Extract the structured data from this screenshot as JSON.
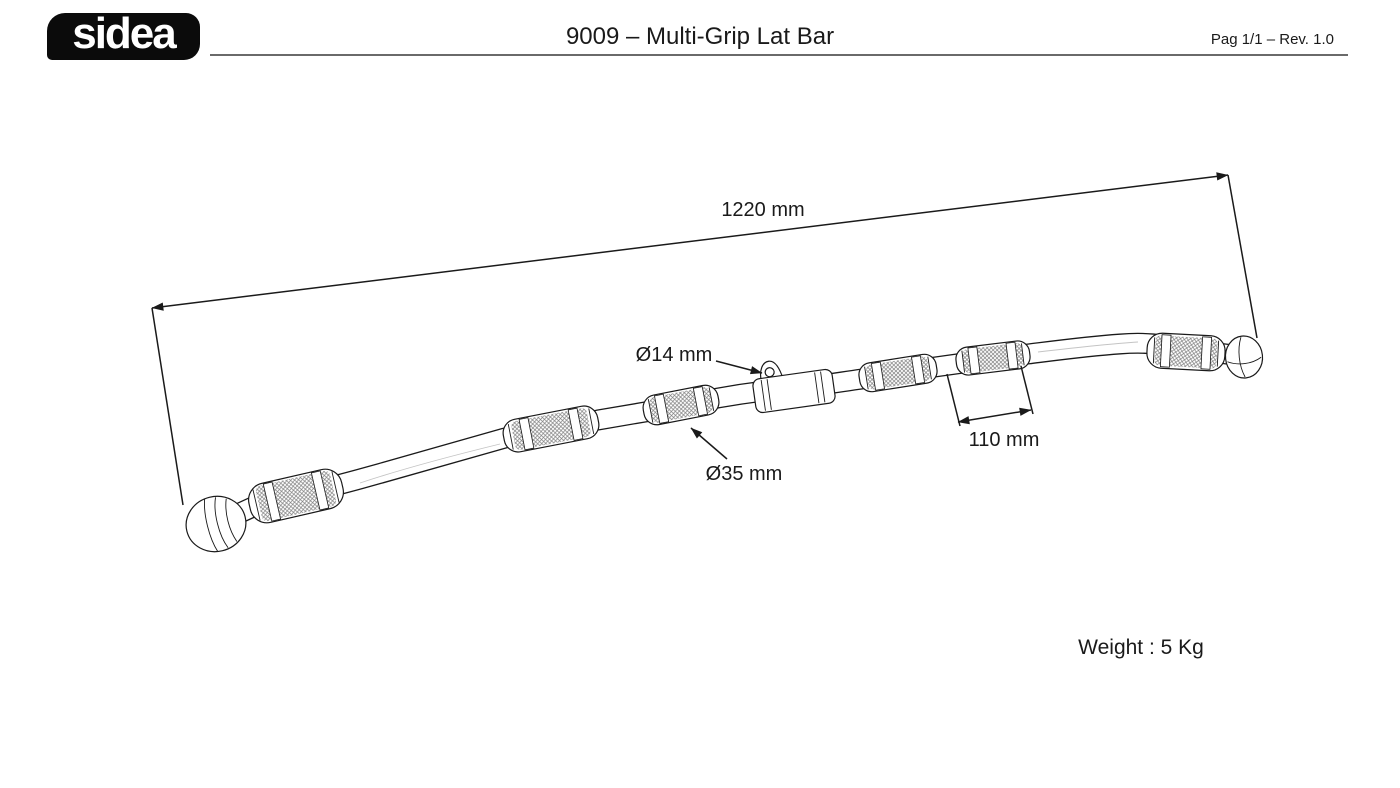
{
  "header": {
    "logo_text": "sidea",
    "title": "9009 – Multi-Grip Lat Bar",
    "page_rev": "Pag 1/1 – Rev. 1.0"
  },
  "annotations": {
    "overall_length": "1220 mm",
    "center_hole_diameter": "Ø14 mm",
    "grip_diameter": "Ø35 mm",
    "grip_length": "110 mm",
    "weight": "Weight : 5 Kg"
  },
  "colors": {
    "ink": "#1a1a1a",
    "rule": "#6a6a6a",
    "logo_bg": "#0b0b0b",
    "logo_fg": "#ffffff",
    "knurl": "#7f7f7f"
  }
}
